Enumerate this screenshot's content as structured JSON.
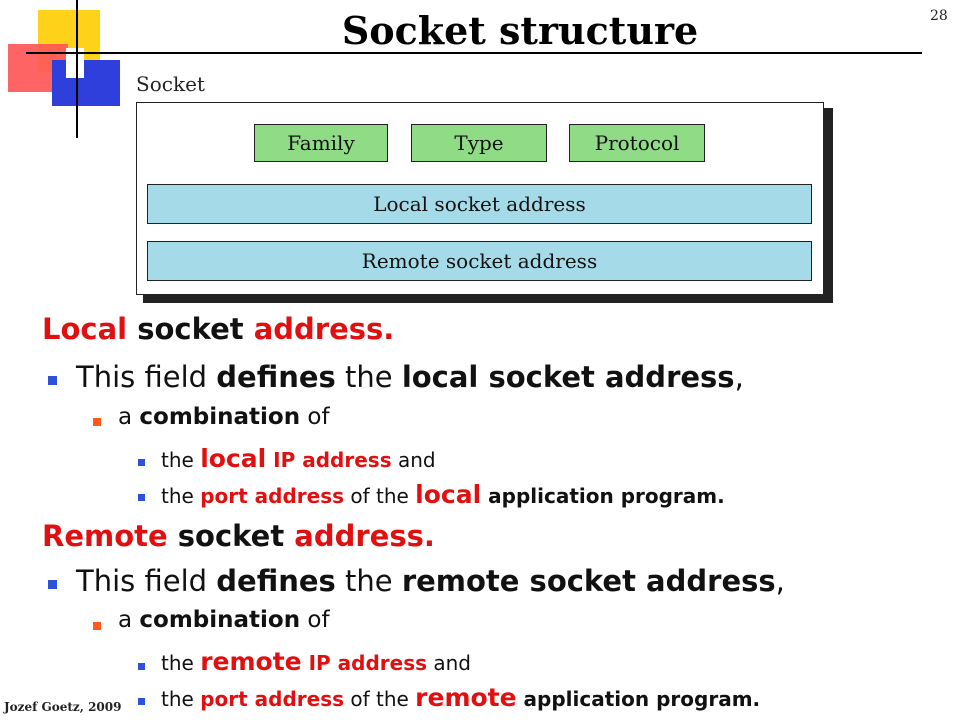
{
  "slide": {
    "number": "28",
    "title": "Socket structure",
    "author": "Jozef Goetz, 2009"
  },
  "diagram": {
    "label": "Socket",
    "fields": {
      "family": "Family",
      "type": "Type",
      "protocol": "Protocol",
      "local": "Local socket address",
      "remote": "Remote socket address"
    }
  },
  "colors": {
    "accent_red": "#e01010",
    "bullet_blue": "#2d52d8",
    "bullet_orange": "#ff5a1a",
    "field_green": "#90dc86",
    "field_blue": "#a5dbe9"
  },
  "local_section": {
    "heading": {
      "w1": "Local",
      "w2": " socket ",
      "w3": "address."
    },
    "l1": {
      "a": "This field ",
      "b": "defines",
      "c": " the ",
      "d": "local socket address",
      "e": ","
    },
    "l2": {
      "a": "a ",
      "b": "combination",
      "c": " of"
    },
    "l3": {
      "a": "the ",
      "b": "local",
      "c": " IP address",
      "d": " and"
    },
    "l4": {
      "a": "the ",
      "b": "port address",
      "c": " of the ",
      "d": "local",
      "e": " application program."
    }
  },
  "remote_section": {
    "heading": {
      "w1": "Remote",
      "w2": " socket ",
      "w3": "address."
    },
    "l1": {
      "a": "This field ",
      "b": "defines",
      "c": " the ",
      "d": "remote socket address",
      "e": ","
    },
    "l2": {
      "a": "a ",
      "b": "combination",
      "c": " of"
    },
    "l3": {
      "a": "the ",
      "b": "remote",
      "c": " IP address",
      "d": " and"
    },
    "l4": {
      "a": "the ",
      "b": "port address",
      "c": " of the ",
      "d": "remote",
      "e": " application program."
    }
  }
}
